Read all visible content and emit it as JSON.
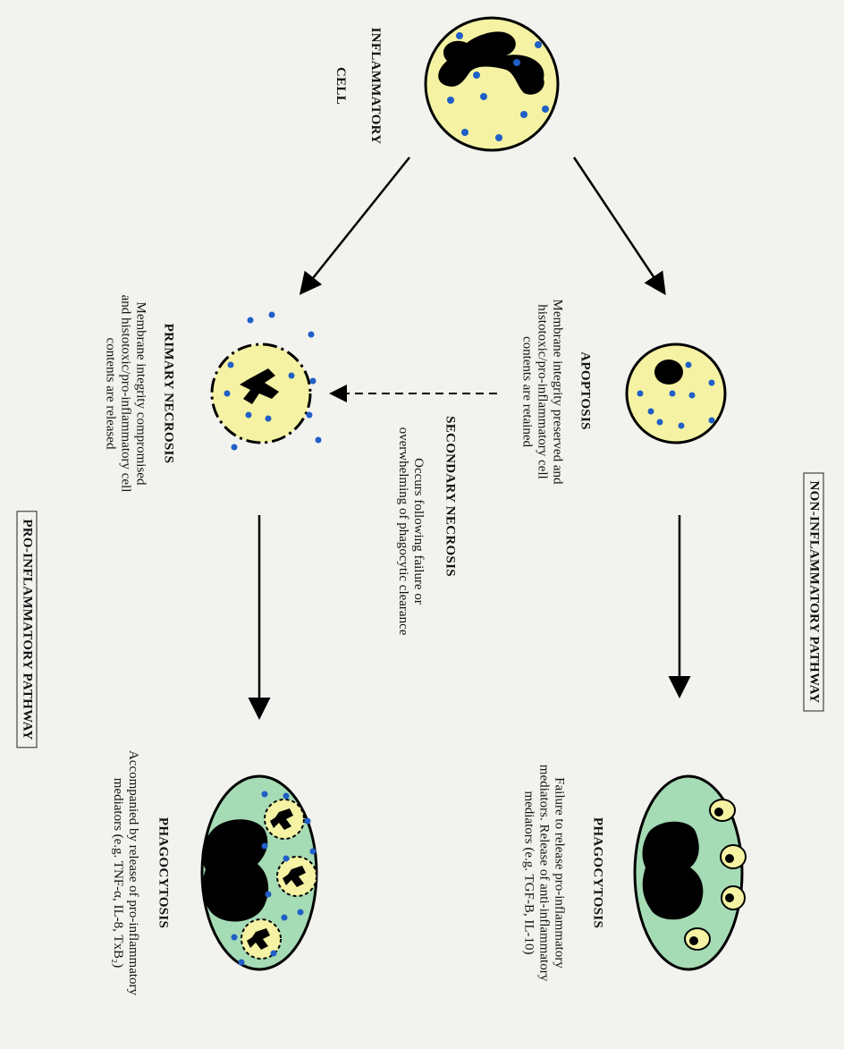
{
  "colors": {
    "cell_fill": "#f5f3a3",
    "phagocyte_fill": "#a5dbb5",
    "granule": "#1f5fc7",
    "nucleus": "#0a0a0a",
    "background": "#f2f2ef"
  },
  "labels": {
    "inflammatory_cell": [
      "INFLAMMATORY",
      "CELL"
    ],
    "apoptosis": "APOPTOSIS",
    "apoptosis_desc": [
      "Membrane integrity preserved and",
      "histotoxic/pro-inflammatory cell",
      "contents are retained"
    ],
    "secondary_necrosis": "SECONDARY NECROSIS",
    "secondary_necrosis_desc": [
      "Occurs following failure or",
      "overwhelming of phagocytic clearance"
    ],
    "primary_necrosis": "PRIMARY NECROSIS",
    "primary_necrosis_desc": [
      "Membrane integrity compromised",
      "and histotoxic/pro-inflammatory cell",
      "contents are released"
    ],
    "phagocytosis_non": "PHAGOCYTOSIS",
    "phagocytosis_non_desc": [
      "Failure to release pro-inflammatory",
      "mediators. Release of anti-inflammatory",
      "mediators (e.g. TGF-B, IL-10)"
    ],
    "phagocytosis_pro": "PHAGOCYTOSIS",
    "phagocytosis_pro_desc": [
      "Accompanied by release of pro-inflammatory",
      "mediators (e.g. TNF-α, IL-8, TxB₂)"
    ],
    "non_inflammatory_pathway": "NON-INFLAMMATORY PATHWAY",
    "pro_inflammatory_pathway": "PRO-INFLAMMATORY PATHWAY"
  }
}
